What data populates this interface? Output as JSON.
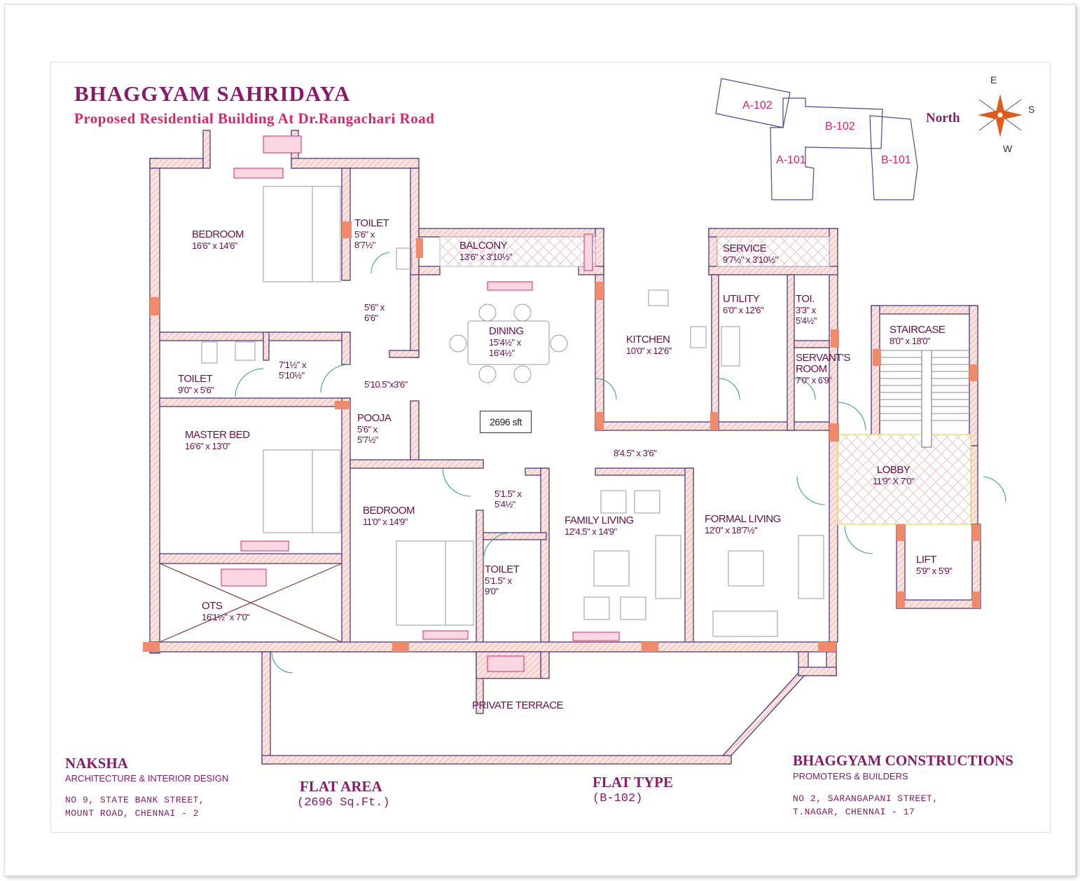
{
  "project": {
    "title": "BHAGGYAM  SAHRIDAYA",
    "subtitle": "Proposed  Residential  Building  At  Dr.Rangachari Road"
  },
  "key_plan": {
    "blocks": [
      "A-102",
      "B-102",
      "A-101",
      "B-101"
    ]
  },
  "compass": {
    "label": "North",
    "directions": {
      "e": "E",
      "s": "S",
      "w": "W"
    }
  },
  "rooms": [
    {
      "name": "BEDROOM",
      "size": "16'6\" x 14'6\""
    },
    {
      "name": "TOILET",
      "size": "5'6\" x",
      "size2": "8'7½\""
    },
    {
      "name": "BALCONY",
      "size": "13'6\" x 3'10½\""
    },
    {
      "name": "SERVICE",
      "size": "9'7½\" x 3'10½\""
    },
    {
      "name": "UTILITY",
      "size": "6'0\" x 12'6\""
    },
    {
      "name": "TOI.",
      "size": "3'3\" x",
      "size2": "5'4½\""
    },
    {
      "name": "STAIRCASE",
      "size": "8'0\" x 18'0\""
    },
    {
      "name": "DINING",
      "size": "15'4½\" x",
      "size2": "16'4½\""
    },
    {
      "name": "KITCHEN",
      "size": "10'0\" x 12'6\""
    },
    {
      "name": "SERVANT'S",
      "name2": "ROOM",
      "size": "7'0\" x 6'9\""
    },
    {
      "name": "TOILET",
      "size": "9'0\" x 5'6\""
    },
    {
      "name": "MASTER BED",
      "size": "16'6\" x 13'0\""
    },
    {
      "name": "POOJA",
      "size": "5'6\" x",
      "size2": "5'7½\""
    },
    {
      "name": "LOBBY",
      "size": "11'9\" X 7'0\""
    },
    {
      "name": "BEDROOM",
      "size": "11'0\" x 14'9\""
    },
    {
      "name": "FAMILY LIVING",
      "size": "12'4.5\" x 14'9\""
    },
    {
      "name": "FORMAL LIVING",
      "size": "12'0\" x 18'7½\""
    },
    {
      "name": "LIFT",
      "size": "5'9\" x 5'9\""
    },
    {
      "name": "TOILET",
      "size": "5'1.5\" x",
      "size2": "9'0\""
    },
    {
      "name": "OTS",
      "size": "16'1½\" x 7'0\""
    },
    {
      "name": "PRIVATE TERRACE"
    }
  ],
  "passages": [
    {
      "line1": "5'6\" x",
      "line2": "6'6\""
    },
    {
      "line1": "7'1½\" x",
      "line2": "5'10½\""
    },
    {
      "line1": "5'10.5\"x3'6\""
    },
    {
      "line1": "8'4.5\" x 3'6\""
    },
    {
      "line1": "5'1.5\" x",
      "line2": "5'4½\""
    }
  ],
  "area_box": "2696 sft",
  "architect": {
    "name": "NAKSHA",
    "tagline": "ARCHITECTURE & INTERIOR DESIGN",
    "address1": "NO 9, STATE BANK STREET,",
    "address2": "MOUNT ROAD, CHENNAI  - 2"
  },
  "flat_area": {
    "label": "FLAT AREA",
    "value": "(2696 Sq.Ft.)"
  },
  "flat_type": {
    "label": "FLAT TYPE",
    "value": "(B-102)"
  },
  "builder": {
    "name": "BHAGGYAM CONSTRUCTIONS",
    "tagline": "PROMOTERS & BUILDERS",
    "address1": "NO 2, SARANGAPANI STREET,",
    "address2": "T.NAGAR, CHENNAI - 17"
  },
  "colors": {
    "title": "#8b1a6b",
    "subtitle": "#e0246a",
    "wall": "#4a3a8a",
    "wall_fill": "#f6d7d2",
    "column": "#f08a6a",
    "lobby_outline": "#e8e06a",
    "compass": "#e05a1a"
  }
}
